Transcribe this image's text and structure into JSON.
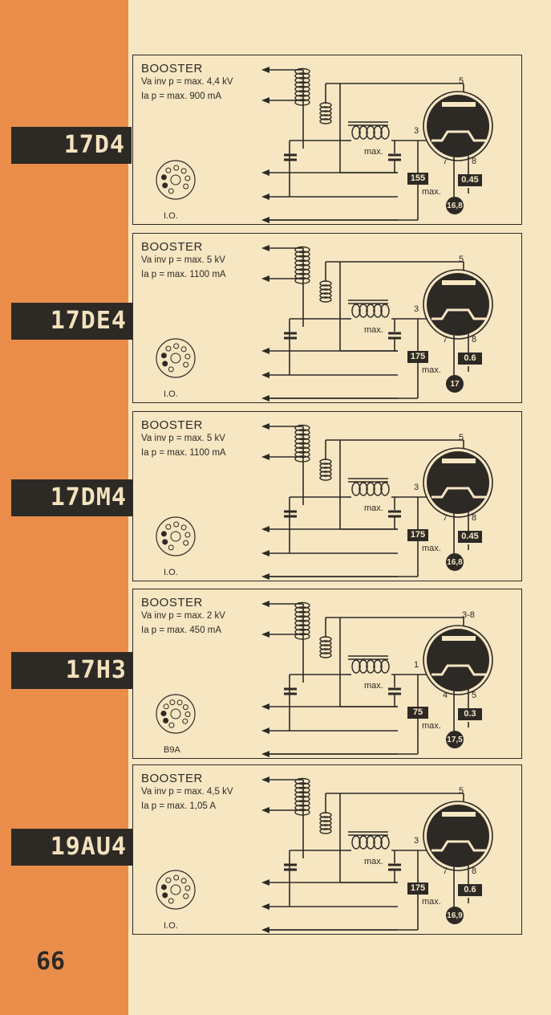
{
  "page_number": "66",
  "tubes": [
    {
      "code": "17D4",
      "title": "BOOSTER",
      "spec1": "Va inv p = max. 4,4 kV",
      "spec2": "Ia p = max. 900 mA",
      "base": "I.O.",
      "anode_pin": "5",
      "grid_pin": "3",
      "heater_pins": [
        "7",
        "8"
      ],
      "cap_label": "max.",
      "value_box": "155",
      "value_label": "max.",
      "current_box": "0.45",
      "voltage": "16,8",
      "pins": [
        "1",
        "2",
        "3",
        "4",
        "5",
        "6",
        "7",
        "8"
      ]
    },
    {
      "code": "17DE4",
      "title": "BOOSTER",
      "spec1": "Va inv p = max. 5 kV",
      "spec2": "Ia p = max. 1100 mA",
      "base": "I.O.",
      "anode_pin": "5",
      "grid_pin": "3",
      "heater_pins": [
        "7",
        "8"
      ],
      "cap_label": "max.",
      "value_box": "175",
      "value_label": "max.",
      "current_box": "0.6",
      "voltage": "17",
      "pins": [
        "1",
        "2",
        "3",
        "4",
        "5",
        "6",
        "7",
        "8"
      ]
    },
    {
      "code": "17DM4",
      "title": "BOOSTER",
      "spec1": "Va inv p = max. 5 kV",
      "spec2": "Ia p = max. 1100 mA",
      "base": "I.O.",
      "anode_pin": "5",
      "grid_pin": "3",
      "heater_pins": [
        "7",
        "8"
      ],
      "cap_label": "max.",
      "value_box": "175",
      "value_label": "max.",
      "current_box": "0.45",
      "voltage": "16,8",
      "pins": [
        "1",
        "2",
        "3",
        "4",
        "5",
        "6",
        "7",
        "8"
      ]
    },
    {
      "code": "17H3",
      "title": "BOOSTER",
      "spec1": "Va inv p = max. 2 kV",
      "spec2": "Ia p = max. 450 mA",
      "base": "B9A",
      "anode_pin": "3-8",
      "grid_pin": "1",
      "heater_pins": [
        "4",
        "5"
      ],
      "cap_label": "max.",
      "value_box": "75",
      "value_label": "max.",
      "current_box": "0.3",
      "voltage": "17,5",
      "pins": [
        "1",
        "2",
        "3",
        "4",
        "5",
        "6",
        "7",
        "8",
        "9"
      ]
    },
    {
      "code": "19AU4",
      "title": "BOOSTER",
      "spec1": "Va inv p = max. 4,5 kV",
      "spec2": "Ia p = max. 1,05 A",
      "base": "I.O.",
      "anode_pin": "5",
      "grid_pin": "3",
      "heater_pins": [
        "7",
        "8"
      ],
      "cap_label": "max.",
      "value_box": "175",
      "value_label": "max.",
      "current_box": "0.6",
      "voltage": "16,9",
      "pins": [
        "1",
        "2",
        "3",
        "4",
        "5",
        "6",
        "7",
        "8"
      ]
    }
  ]
}
